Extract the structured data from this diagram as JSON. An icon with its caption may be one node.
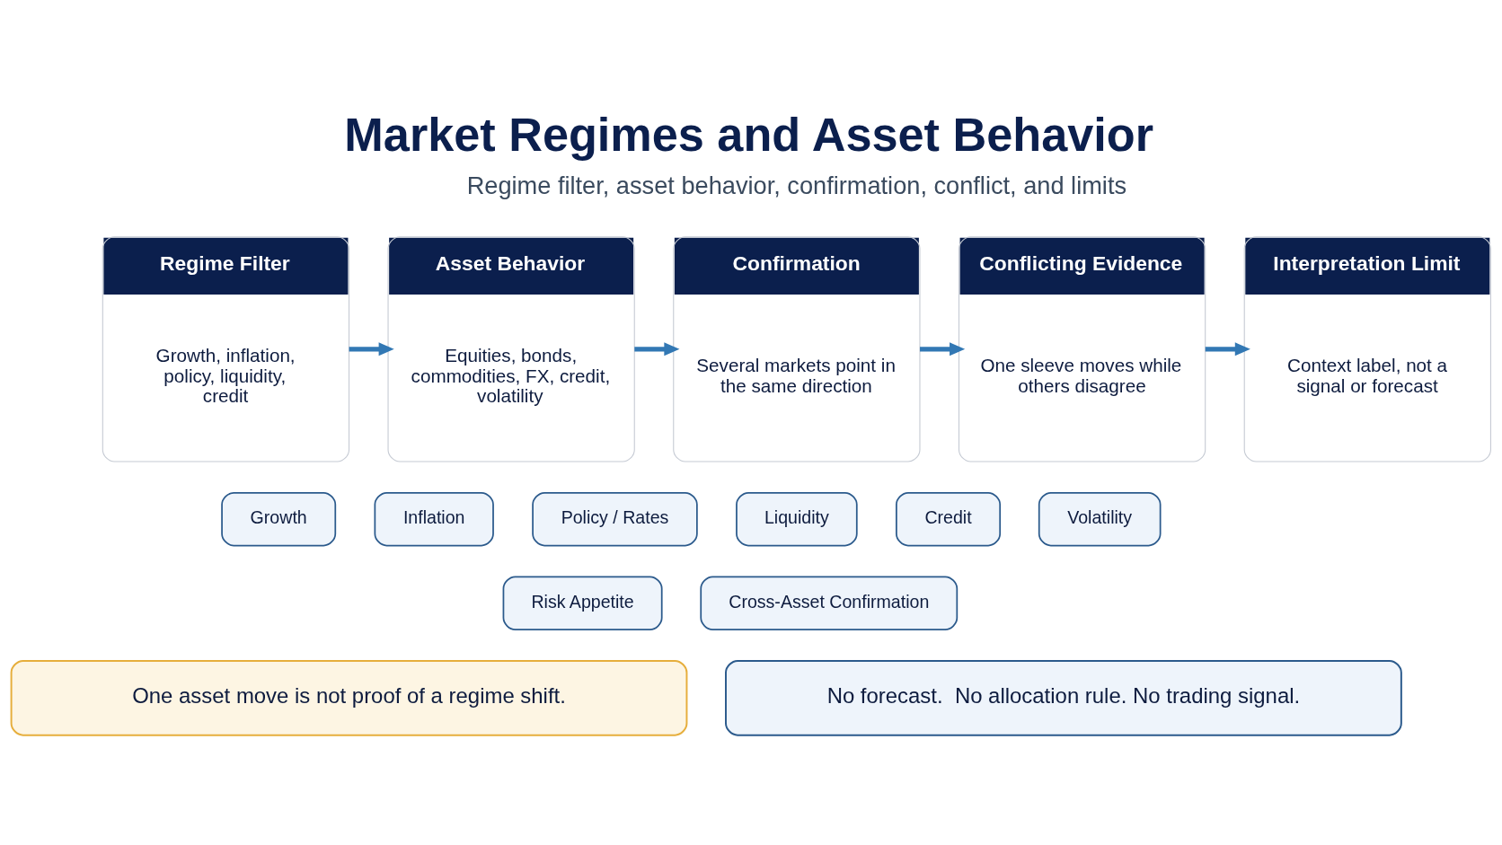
{
  "diagram": {
    "title": "Market Regimes and Asset Behavior",
    "nodes": [
      {
        "text": [
          "Regime Filter",
          "Growth, inflation, policy, liquidity, credit"
        ]
      },
      {
        "text": [
          "Asset Behavior",
          "Equities, bonds, commodities, FX, credit, volatility"
        ]
      },
      {
        "text": [
          "Confirmation",
          "Several markets point in the same direction"
        ]
      },
      {
        "text": [
          "Conflicting Evidence",
          "One sleeve moves while others disagree"
        ]
      },
      {
        "text": [
          "Interpretation Limit",
          "Context label, not a signal or forecast"
        ]
      },
      {
        "text": [
          "Growth"
        ]
      },
      {
        "text": [
          "Inflation"
        ]
      },
      {
        "text": [
          "Policy / Rates"
        ]
      },
      {
        "text": [
          "Liquidity"
        ]
      },
      {
        "text": [
          "Credit"
        ]
      },
      {
        "text": [
          "Volatility"
        ]
      },
      {
        "text": [
          "Risk Appetite"
        ]
      },
      {
        "text": [
          "Cross-Asset Confirmation"
        ]
      },
      {
        "text": [
          "One asset move is not proof of a regime shift."
        ]
      },
      {
        "text": [
          "No forecast.  No allocation rule. No trading signal."
        ]
      }
    ],
    "edges": [
      {
        "from": 0,
        "to": 1,
        "arrow": "to"
      },
      {
        "from": 1,
        "to": 2,
        "arrow": "to"
      },
      {
        "from": 2,
        "to": 3,
        "arrow": "to"
      },
      {
        "from": 3,
        "to": 4,
        "arrow": "to"
      }
    ],
    "labels": [
      "Regime filter, asset behavior, confirmation, conflict, and limits"
    ]
  }
}
